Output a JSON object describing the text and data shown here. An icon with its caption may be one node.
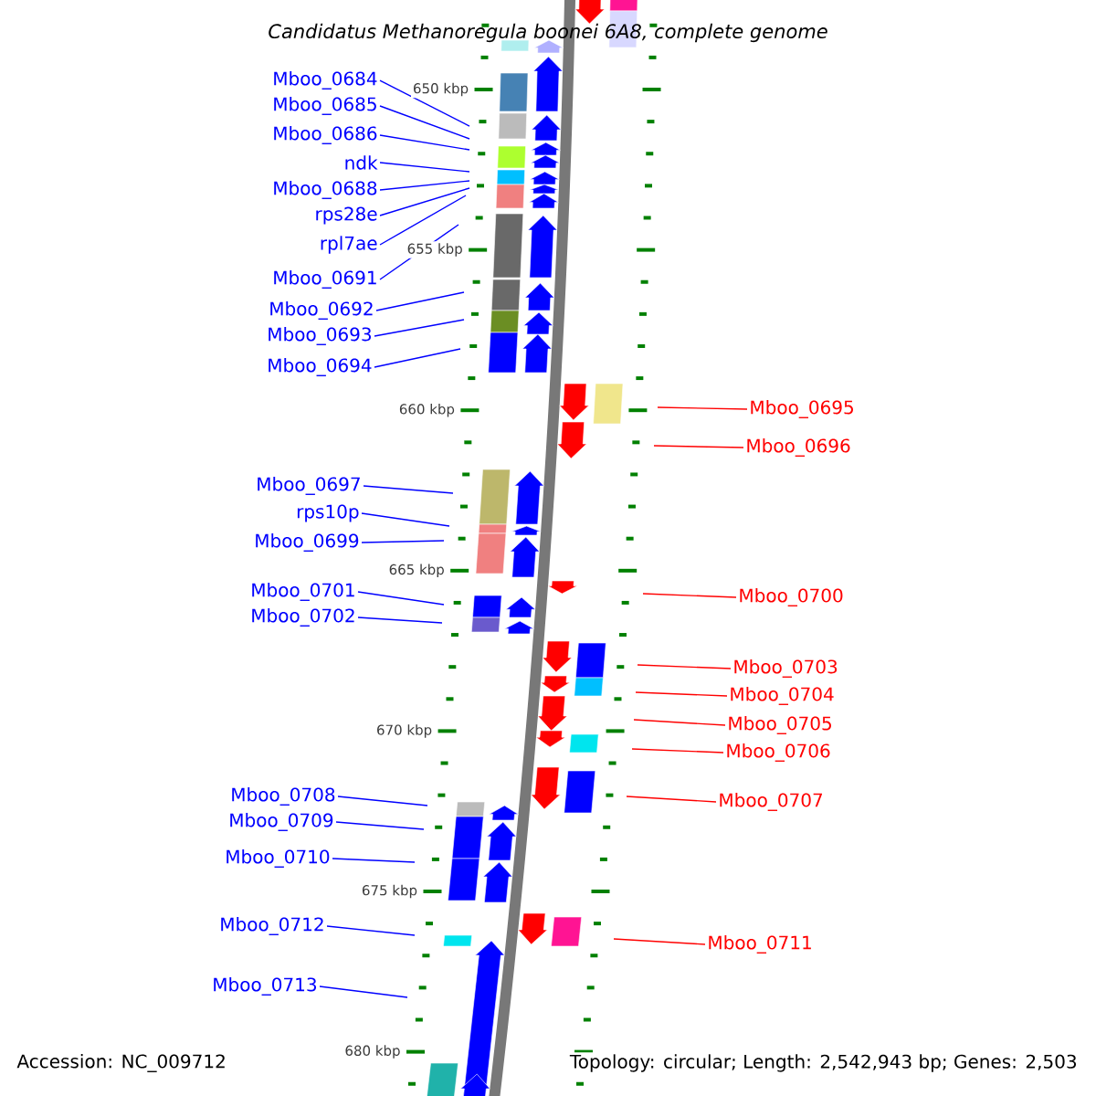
{
  "diagram": {
    "title": "Candidatus Methanoregula boonei 6A8, complete genome",
    "nodes": [
      {
        "text": [
          "Mboo_0684"
        ]
      },
      {
        "text": [
          "Mboo_0685"
        ]
      },
      {
        "text": [
          "Mboo_0686"
        ]
      },
      {
        "text": [
          "ndk"
        ]
      },
      {
        "text": [
          "Mboo_0688"
        ]
      },
      {
        "text": [
          "rps28e"
        ]
      },
      {
        "text": [
          "rpl7ae"
        ]
      },
      {
        "text": [
          "Mboo_0691"
        ]
      },
      {
        "text": [
          "Mboo_0692"
        ]
      },
      {
        "text": [
          "Mboo_0693"
        ]
      },
      {
        "text": [
          "Mboo_0694"
        ]
      },
      {
        "text": [
          "Mboo_0695"
        ]
      },
      {
        "text": [
          "Mboo_0696"
        ]
      },
      {
        "text": [
          "Mboo_0697"
        ]
      },
      {
        "text": [
          "rps10p"
        ]
      },
      {
        "text": [
          "Mboo_0699"
        ]
      },
      {
        "text": [
          "Mboo_0701"
        ]
      },
      {
        "text": [
          "Mboo_0700"
        ]
      },
      {
        "text": [
          "Mboo_0702"
        ]
      },
      {
        "text": [
          "Mboo_0703"
        ]
      },
      {
        "text": [
          "Mboo_0704"
        ]
      },
      {
        "text": [
          "Mboo_0705"
        ]
      },
      {
        "text": [
          "Mboo_0706"
        ]
      },
      {
        "text": [
          "Mboo_0708"
        ]
      },
      {
        "text": [
          "Mboo_0707"
        ]
      },
      {
        "text": [
          "Mboo_0709"
        ]
      },
      {
        "text": [
          "Mboo_0710"
        ]
      },
      {
        "text": [
          "Mboo_0712"
        ]
      },
      {
        "text": [
          "Mboo_0711"
        ]
      },
      {
        "text": [
          "Mboo_0713"
        ]
      }
    ],
    "edges": [
      {
        "from": 0,
        "to": null,
        "arrow": "none"
      },
      {
        "from": 1,
        "to": null,
        "arrow": "none"
      },
      {
        "from": 2,
        "to": null,
        "arrow": "none"
      },
      {
        "from": 3,
        "to": null,
        "arrow": "none"
      },
      {
        "from": 4,
        "to": null,
        "arrow": "none"
      },
      {
        "from": 5,
        "to": null,
        "arrow": "none"
      },
      {
        "from": 6,
        "to": null,
        "arrow": "none"
      },
      {
        "from": 7,
        "to": null,
        "arrow": "none"
      },
      {
        "from": 8,
        "to": null,
        "arrow": "none"
      },
      {
        "from": 9,
        "to": null,
        "arrow": "none"
      },
      {
        "from": 10,
        "to": null,
        "arrow": "none"
      },
      {
        "from": 11,
        "to": null,
        "arrow": "none",
        "color": "#ff0000"
      },
      {
        "from": 12,
        "to": null,
        "arrow": "none",
        "color": "#ff0000"
      },
      {
        "from": 13,
        "to": null,
        "arrow": "none"
      },
      {
        "from": 14,
        "to": null,
        "arrow": "none"
      },
      {
        "from": 15,
        "to": null,
        "arrow": "none"
      },
      {
        "from": 16,
        "to": null,
        "arrow": "none"
      },
      {
        "from": 17,
        "to": null,
        "arrow": "none",
        "color": "#ff0000"
      },
      {
        "from": 18,
        "to": null,
        "arrow": "none"
      },
      {
        "from": 19,
        "to": null,
        "arrow": "none",
        "color": "#ff0000"
      },
      {
        "from": 20,
        "to": null,
        "arrow": "none",
        "color": "#ff0000"
      },
      {
        "from": 21,
        "to": null,
        "arrow": "none",
        "color": "#ff0000"
      },
      {
        "from": 22,
        "to": null,
        "arrow": "none",
        "color": "#ff0000"
      },
      {
        "from": 23,
        "to": null,
        "arrow": "none"
      },
      {
        "from": 24,
        "to": null,
        "arrow": "none",
        "color": "#ff0000"
      },
      {
        "from": 25,
        "to": null,
        "arrow": "none"
      },
      {
        "from": 26,
        "to": null,
        "arrow": "none"
      },
      {
        "from": 27,
        "to": null,
        "arrow": "none"
      },
      {
        "from": 28,
        "to": null,
        "arrow": "none",
        "color": "#ff0000"
      },
      {
        "from": 29,
        "to": null,
        "arrow": "none"
      }
    ],
    "labels": [
      "650 kbp",
      "655 kbp",
      "660 kbp",
      "665 kbp",
      "670 kbp",
      "675 kbp",
      "680 kbp",
      "Accession: NC_009712",
      "Topology: circular; Length: 2,542,943 bp; Genes: 2,503"
    ]
  }
}
